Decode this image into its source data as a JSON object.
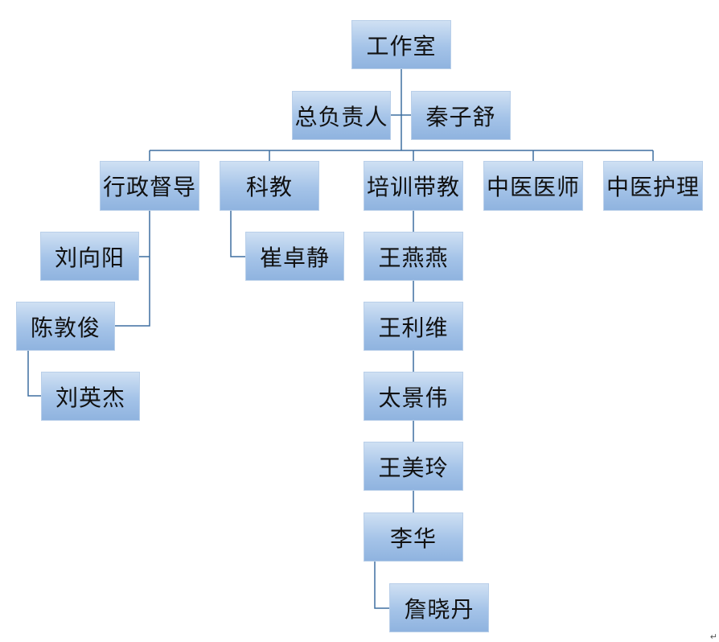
{
  "nodes": {
    "root": "工作室",
    "head_title": "总负责人",
    "head_name": "秦子舒",
    "dept_admin": "行政督导",
    "dept_research": "科教",
    "dept_training": "培训带教",
    "dept_tcm_doctor": "中医医师",
    "dept_tcm_nursing": "中医护理",
    "admin_member_1": "刘向阳",
    "admin_member_2": "陈敦俊",
    "admin_member_2_sub": "刘英杰",
    "research_member_1": "崔卓静",
    "training_member_1": "王燕燕",
    "training_member_2": "王利维",
    "training_member_3": "太景伟",
    "training_member_4": "王美玲",
    "training_member_5": "李华",
    "training_member_5_sub": "詹晓丹"
  },
  "colors": {
    "box_top": "#cfe0f3",
    "box_bottom": "#8fb3df",
    "connector": "#3e6fa0"
  },
  "paragraph_mark": "↵"
}
